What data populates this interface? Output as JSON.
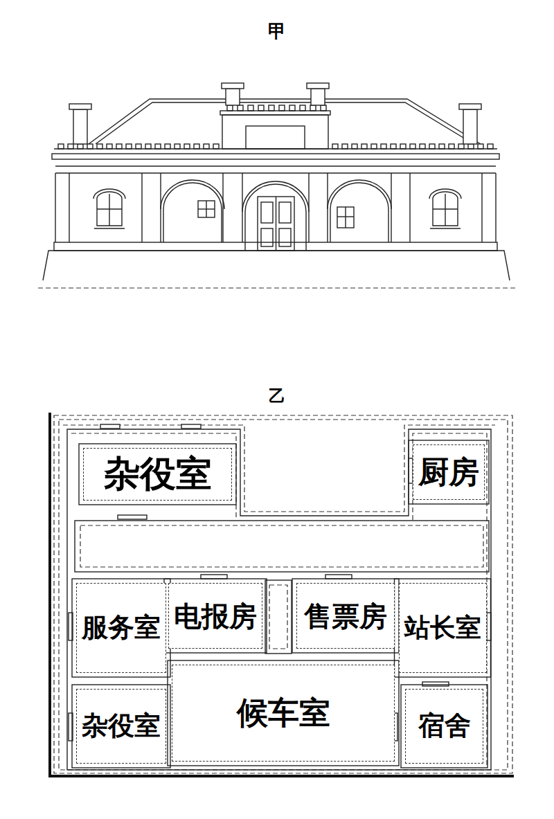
{
  "diagram": {
    "nodes": [
      {
        "text": [
          "杂役室"
        ]
      },
      {
        "text": [
          "厨房"
        ]
      },
      {
        "text": [
          "服务室"
        ]
      },
      {
        "text": [
          "电报房"
        ]
      },
      {
        "text": [
          "售票房"
        ]
      },
      {
        "text": [
          "站长室"
        ]
      },
      {
        "text": [
          "杂役室"
        ]
      },
      {
        "text": [
          "候车室"
        ]
      },
      {
        "text": [
          "宿舍"
        ]
      }
    ],
    "labels": [
      "甲",
      "乙"
    ]
  }
}
